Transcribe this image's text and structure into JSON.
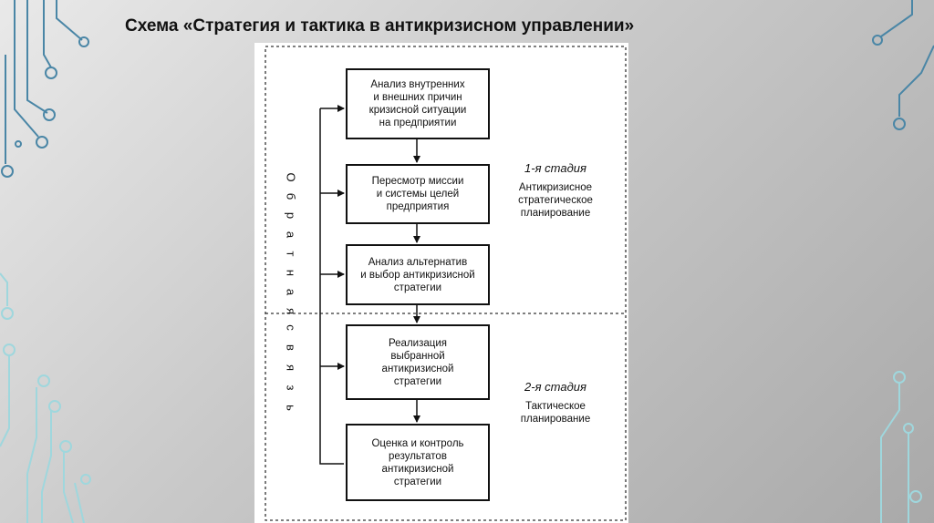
{
  "title": "Схема «Стратегия и тактика в антикризисном управлении»",
  "boxes": [
    "Анализ внутренних\nи внешних причин\nкризисной ситуации\nна предприятии",
    "Пересмотр миссии\nи системы целей\nпредприятия",
    "Анализ альтернатив\nи выбор антикризисной\nстратегии",
    "Реализация\nвыбранной\nантикризисной\nстратегии",
    "Оценка и контроль\nрезультатов\nантикризисной\nстратегии"
  ],
  "stage1": {
    "label": "1-я стадия",
    "desc": "Антикризисное\nстратегическое\nпланирование"
  },
  "stage2": {
    "label": "2-я стадия",
    "desc": "Тактическое\nпланирование"
  },
  "feedback": {
    "word1": "Обратная",
    "word2": "связь"
  },
  "colors": {
    "circuit": "#4a86a6",
    "circuit_light": "#9fd7dd"
  }
}
